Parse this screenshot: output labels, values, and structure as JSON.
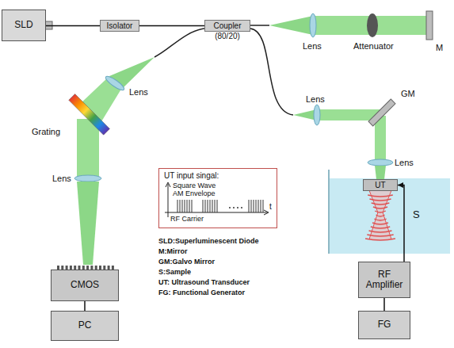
{
  "diagram": {
    "nodes": [
      {
        "text": [
          "SLD"
        ]
      },
      {
        "text": [
          "Isolator"
        ]
      },
      {
        "text": [
          "Coupler",
          "(80/20)"
        ]
      },
      {
        "text": [
          "UT input singal:"
        ]
      },
      {
        "text": [
          "UT"
        ]
      },
      {
        "text": [
          "CMOS"
        ]
      },
      {
        "text": [
          "PC"
        ]
      },
      {
        "text": [
          "RF Amplifier"
        ]
      },
      {
        "text": [
          "FG"
        ]
      }
    ],
    "edges": [
      {
        "from": 0,
        "to": 1,
        "arrow": "none"
      },
      {
        "from": 1,
        "to": 2,
        "arrow": "none"
      },
      {
        "from": 5,
        "to": 6,
        "arrow": "none"
      },
      {
        "from": 8,
        "to": 7,
        "arrow": "none"
      },
      {
        "from": 7,
        "to": 4,
        "arrow": "to"
      }
    ],
    "labels": [
      "Lens",
      "Attenuator",
      "M",
      "Lens",
      "Grating",
      "Lens",
      "Lens",
      "GM",
      "Lens",
      "S",
      "Square Wave AM Envelope",
      "RF Carrier",
      "t",
      "SLD:Superluminescent Diode",
      "M:Mirror",
      "GM:Galvo Mirror",
      "S:Sample",
      "UT: Ultrasound Transducer",
      "FG: Functional Generator"
    ]
  }
}
